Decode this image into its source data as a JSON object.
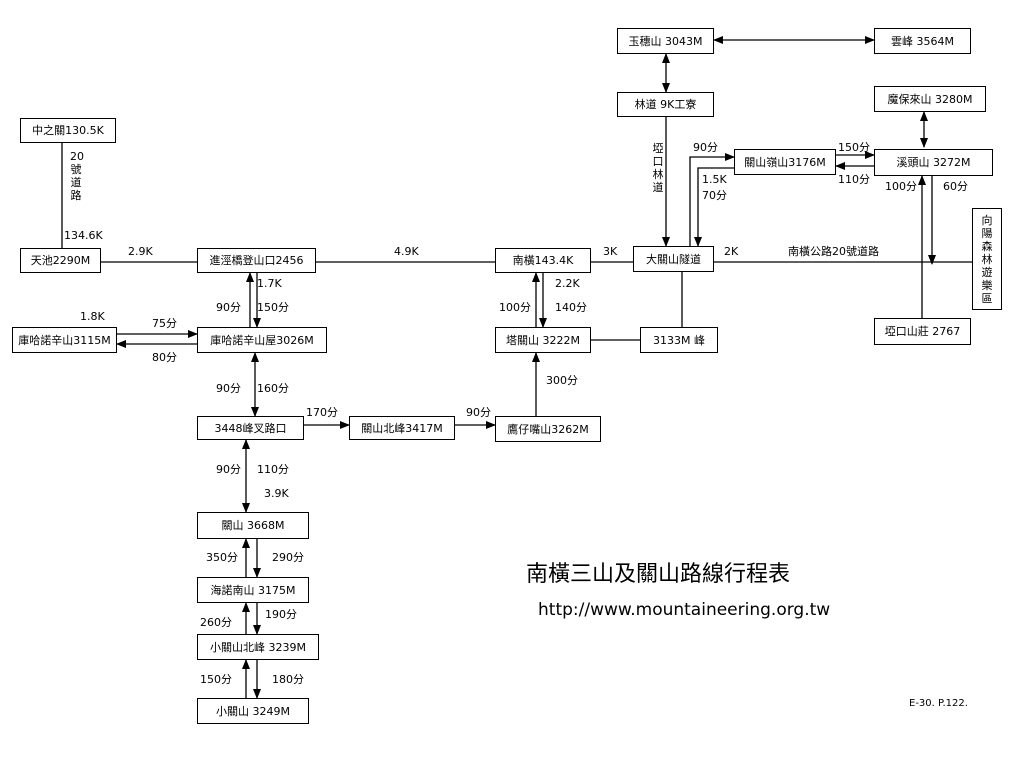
{
  "title": "南橫三山及關山路線行程表",
  "url": "http://www.mountaineering.org.tw",
  "reference": "E-30.  P.122.",
  "nodes": {
    "yushui": "玉穗山 3043M",
    "yunfeng": "雲峰  3564M",
    "lindao": "林道 9K工寮",
    "mobaolai": "魔保來山  3280M",
    "zhongzhiguan": "中之關130.5K",
    "guanshanling": "關山嶺山3176M",
    "xitou": "溪頭山  3272M",
    "tianchi": "天池2290M",
    "jinjing": "進涇橋登山口2456",
    "nanheng": "南橫143.4K",
    "daguanshan": "大關山隧道",
    "kuhano": "庫哈諾辛山3115M",
    "kuhanowu": "庫哈諾辛山屋3026M",
    "taguan": "塔關山  3222M",
    "peak3133": "3133M  峰",
    "yakou": "埡口山莊 2767",
    "fork3448": "3448峰叉路口",
    "guanbei": "關山北峰3417M",
    "yingzai": "鷹仔嘴山3262M",
    "guanshan": "關山  3668M",
    "hainuonan": "海諾南山 3175M",
    "xiaobei": "小關山北峰 3239M",
    "xiaoguan": "小關山   3249M"
  },
  "vertical_texts": {
    "road20": "20\n號\n道\n路",
    "yakou_forest_road": "埡\n口\n林\n道",
    "recreation_area": "向\n陽\n森\n林\n遊\n樂\n區"
  },
  "labels": {
    "k134_6": "134.6K",
    "k2_9": "2.9K",
    "k4_9": "4.9K",
    "k3": "3K",
    "k2": "2K",
    "road_name": "南橫公路20號道路",
    "m90_lindao": "90分",
    "m150_xitou": "150分",
    "m110_xitou": "110分",
    "k1_5": "1.5K",
    "m70": "70分",
    "m100_xitou": "100分",
    "m60": "60分",
    "k1_7": "1.7K",
    "m90_a": "90分",
    "m150_a": "150分",
    "k1_8": "1.8K",
    "m75": "75分",
    "m80": "80分",
    "k2_2": "2.2K",
    "m100_ta": "100分",
    "m140": "140分",
    "m300": "300分",
    "m90_b": "90分",
    "m160": "160分",
    "m170": "170分",
    "m90_c": "90分",
    "m90_d": "90分",
    "m110_b": "110分",
    "k3_9": "3.9K",
    "m350": "350分",
    "m290": "290分",
    "m260": "260分",
    "m190": "190分",
    "m150_b": "150分",
    "m180": "180分"
  }
}
